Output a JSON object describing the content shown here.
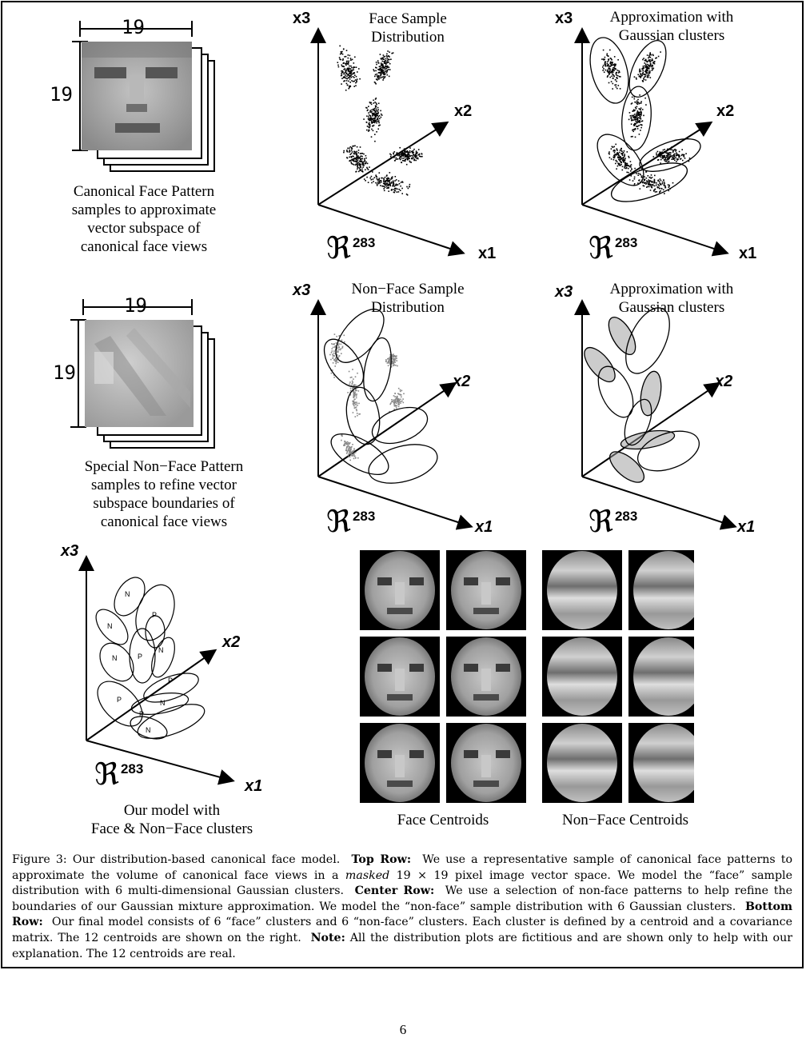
{
  "top_row": {
    "face_pattern": {
      "width_label": "19",
      "height_label": "19",
      "caption_lines": [
        "Canonical Face Pattern",
        "samples to approximate",
        "vector subspace of",
        "canonical face views"
      ]
    },
    "sample_plot": {
      "title_lines": [
        "Face Sample",
        "Distribution"
      ],
      "x1": "x1",
      "x2": "x2",
      "x3": "x3",
      "space": "ℜ",
      "dim": "283"
    },
    "approx_plot": {
      "title_lines": [
        "Approximation with",
        "Gaussian clusters"
      ],
      "x1": "x1",
      "x2": "x2",
      "x3": "x3",
      "space": "ℜ",
      "dim": "283"
    }
  },
  "center_row": {
    "nonface_pattern": {
      "width_label": "19",
      "height_label": "19",
      "caption_lines": [
        "Special Non−Face Pattern",
        "samples to refine vector",
        "subspace boundaries of",
        "canonical face views"
      ]
    },
    "sample_plot": {
      "title_lines": [
        "Non−Face Sample",
        "Distribution"
      ],
      "x1": "x1",
      "x2": "x2",
      "x3": "x3",
      "space": "ℜ",
      "dim": "283"
    },
    "approx_plot": {
      "title_lines": [
        "Approximation with",
        "Gaussian clusters"
      ],
      "x1": "x1",
      "x2": "x2",
      "x3": "x3",
      "space": "ℜ",
      "dim": "283"
    }
  },
  "bottom_row": {
    "model_plot": {
      "caption_lines": [
        "Our model with",
        "Face & Non−Face clusters"
      ],
      "x1": "x1",
      "x2": "x2",
      "x3": "x3",
      "space": "ℜ",
      "dim": "283",
      "face_mark": "P",
      "nonface_mark": "N"
    },
    "face_centroids_label": "Face Centroids",
    "nonface_centroids_label": "Non−Face Centroids"
  },
  "caption": {
    "figure_label": "Figure 3:",
    "intro": "Our distribution-based canonical face model.",
    "top_row_label": "Top Row:",
    "top_row_text_a": "We use a representative sample of canonical face patterns to approximate the volume of canonical face views in a",
    "masked_word": "masked",
    "top_row_text_b": "19 × 19 pixel image vector space. We model the “face” sample distribution with 6 multi-dimensional Gaussian clusters.",
    "center_row_label": "Center Row:",
    "center_row_text": "We use a selection of non-face patterns to help refine the boundaries of our Gaussian mixture approximation. We model the “non-face” sample distribution with 6 Gaussian clusters.",
    "bottom_row_label": "Bottom Row:",
    "bottom_row_text": "Our final model consists of 6 “face” clusters and 6 “non-face” clusters. Each cluster is defined by a centroid and a covariance matrix. The 12 centroids are shown on the right.",
    "note_label": "Note:",
    "note_text": "All the distribution plots are fictitious and are shown only to help with our explanation. The 12 centroids are real."
  },
  "page_number": "6"
}
